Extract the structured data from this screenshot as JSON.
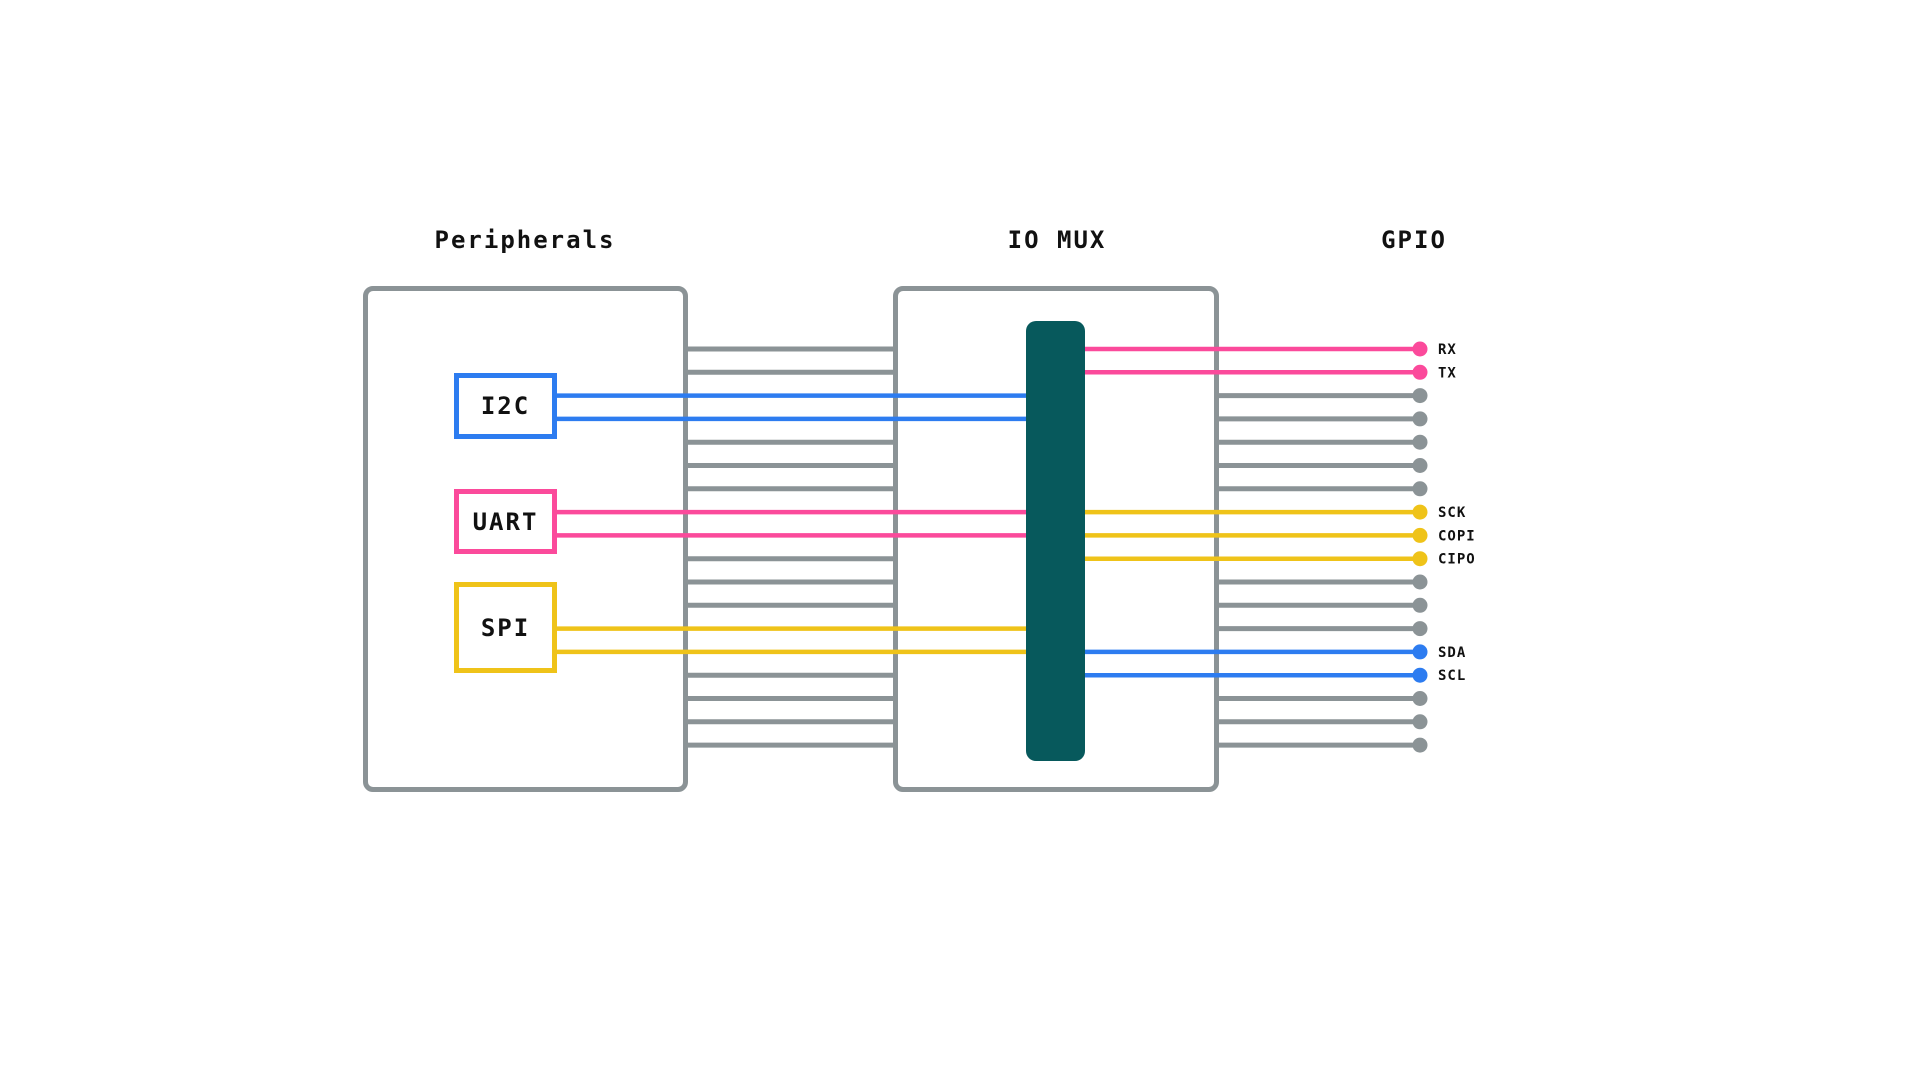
{
  "titles": {
    "peripherals": "Peripherals",
    "io_mux": "IO MUX",
    "gpio": "GPIO"
  },
  "colors": {
    "pink": "#FB4A9B",
    "blue": "#2D7CF0",
    "yellow": "#EFC319",
    "gray": "#8B9396",
    "teal": "#07595C",
    "text": "#111111",
    "background": "#FFFFFF"
  },
  "peripheral_boxes": [
    {
      "label": "I2C",
      "color": "blue"
    },
    {
      "label": "UART",
      "color": "pink"
    },
    {
      "label": "SPI",
      "color": "yellow"
    }
  ],
  "left_bus_colors": [
    "gray",
    "gray",
    "blue",
    "blue",
    "gray",
    "gray",
    "gray",
    "pink",
    "pink",
    "gray",
    "gray",
    "gray",
    "yellow",
    "yellow",
    "gray",
    "gray",
    "gray",
    "gray"
  ],
  "gpio_pins": [
    {
      "label": "RX",
      "color": "pink"
    },
    {
      "label": "TX",
      "color": "pink"
    },
    {
      "label": "",
      "color": "gray"
    },
    {
      "label": "",
      "color": "gray"
    },
    {
      "label": "",
      "color": "gray"
    },
    {
      "label": "",
      "color": "gray"
    },
    {
      "label": "",
      "color": "gray"
    },
    {
      "label": "SCK",
      "color": "yellow"
    },
    {
      "label": "COPI",
      "color": "yellow"
    },
    {
      "label": "CIPO",
      "color": "yellow"
    },
    {
      "label": "",
      "color": "gray"
    },
    {
      "label": "",
      "color": "gray"
    },
    {
      "label": "",
      "color": "gray"
    },
    {
      "label": "SDA",
      "color": "blue"
    },
    {
      "label": "SCL",
      "color": "blue"
    },
    {
      "label": "",
      "color": "gray"
    },
    {
      "label": "",
      "color": "gray"
    },
    {
      "label": "",
      "color": "gray"
    }
  ]
}
